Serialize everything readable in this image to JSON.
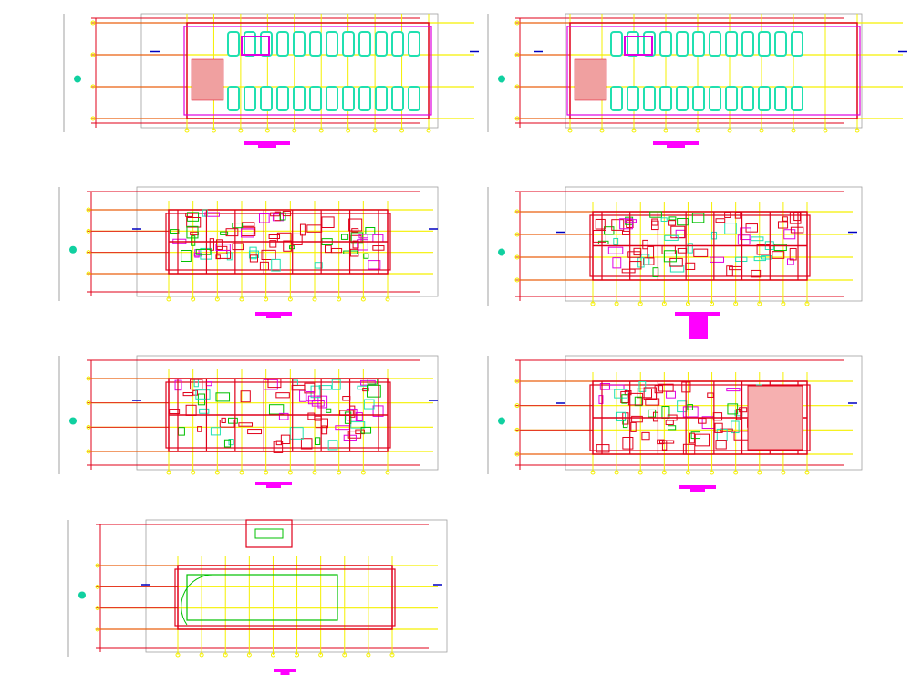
{
  "drawing": {
    "type": "architectural floor plans sheet",
    "background": "#ffffff",
    "colors": {
      "walls": "#e0001a",
      "grid": "#f5f000",
      "outline": "#e000e0",
      "furniture": "#00c000",
      "cars": "#20e0b0",
      "dimension": "#0000c0",
      "frame": "#a0a0a0",
      "title": "#ff00ff"
    },
    "plans": [
      {
        "id": "plan-1",
        "kind": "parking"
      },
      {
        "id": "plan-2",
        "kind": "parking-ground"
      },
      {
        "id": "plan-3",
        "kind": "residential"
      },
      {
        "id": "plan-4",
        "kind": "residential"
      },
      {
        "id": "plan-5",
        "kind": "residential"
      },
      {
        "id": "plan-6",
        "kind": "residential-roof-terrace"
      },
      {
        "id": "plan-7",
        "kind": "roof"
      }
    ]
  }
}
